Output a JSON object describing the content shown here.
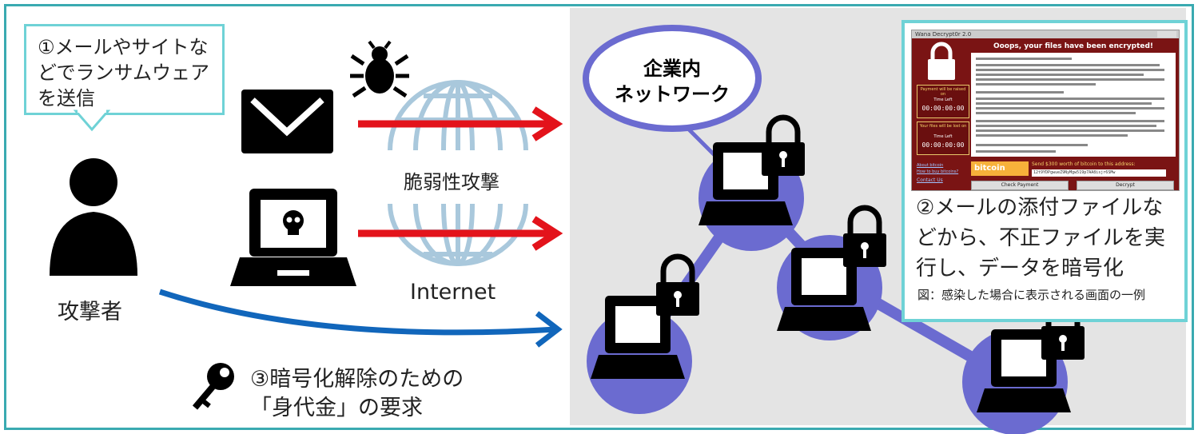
{
  "step1": "①メールやサイトなどでランサムウェアを送信",
  "attacker_label": "攻撃者",
  "vuln_label": "脆弱性攻撃",
  "internet_label": "Internet",
  "corp_network_line1": "企業内",
  "corp_network_line2": "ネットワーク",
  "step2": "②メールの添付ファイルなどから、不正ファイルを実行し、データを暗号化",
  "figure_note": "図：感染した場合に表示される画面の一例",
  "step3_line1": "③暗号化解除のための",
  "step3_line2": "「身代金」の要求",
  "ransom_window": {
    "title_bar": "Wana Decrypt0r 2.0",
    "header": "Ooops, your files have been encrypted!",
    "box1_label": "Payment will be raised on",
    "box1_left": "Time Left",
    "box1_time": "00:00:00:00",
    "box2_label": "Your files will be lost on",
    "box2_left": "Time Left",
    "box2_time": "00:00:00:00",
    "bitcoin": "bitcoin",
    "send_text": "Send $300 worth of bitcoin to this address:",
    "address": "12t9YDPgwueZ9NyMgw519p7AA8isjr6SMw",
    "check_button": "Check Payment",
    "decrypt_button": "Decrypt",
    "link1": "About bitcoin",
    "link2": "How to buy bitcoins?",
    "link3": "Contact Us"
  },
  "colors": {
    "frame": "#3aaab1",
    "bubble_border": "#6fd2d6",
    "network_node": "#6b6bd0",
    "red_arrow": "#e3131b",
    "blue_arrow": "#1166bb",
    "globe": "#a9c8dc",
    "ransom_bg": "#7a1414"
  }
}
